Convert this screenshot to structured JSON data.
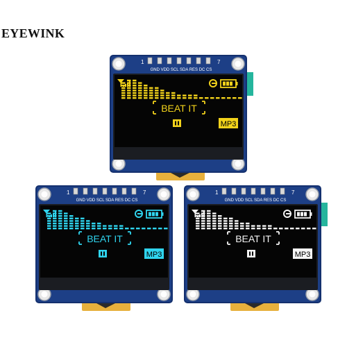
{
  "brand": "EYEWINK",
  "colors": {
    "pcb": "#1d3f86",
    "pcb_edge": "#14306e",
    "screen": "#050505",
    "glass": "#1b1d22",
    "ribbon": "#e7b03c",
    "tab": "#25b59d"
  },
  "modules": [
    {
      "id": "yellow",
      "accent": "#f2d21b",
      "pin_start": "1",
      "pin_end": "7",
      "pin_labels": "GND VDD SCL SDA RES DC CS",
      "display_text": "BEAT IT",
      "badge": "MP3",
      "icons": [
        "signal-icon",
        "g-icon",
        "battery-icon",
        "pause-icon"
      ],
      "has_side_tab": true
    },
    {
      "id": "cyan",
      "accent": "#2fd4ee",
      "pin_start": "1",
      "pin_end": "7",
      "pin_labels": "GND VDD SCL SDA RES DC CS",
      "display_text": "BEAT IT",
      "badge": "MP3",
      "icons": [
        "signal-icon",
        "g-icon",
        "battery-icon",
        "pause-icon"
      ],
      "has_side_tab": false
    },
    {
      "id": "white",
      "accent": "#f4f4f4",
      "pin_start": "1",
      "pin_end": "7",
      "pin_labels": "GND VDD SCL SDA RES DC CS",
      "display_text": "BEAT IT",
      "badge": "MP3",
      "icons": [
        "signal-icon",
        "g-icon",
        "battery-icon",
        "pause-icon"
      ],
      "has_side_tab": true
    }
  ]
}
